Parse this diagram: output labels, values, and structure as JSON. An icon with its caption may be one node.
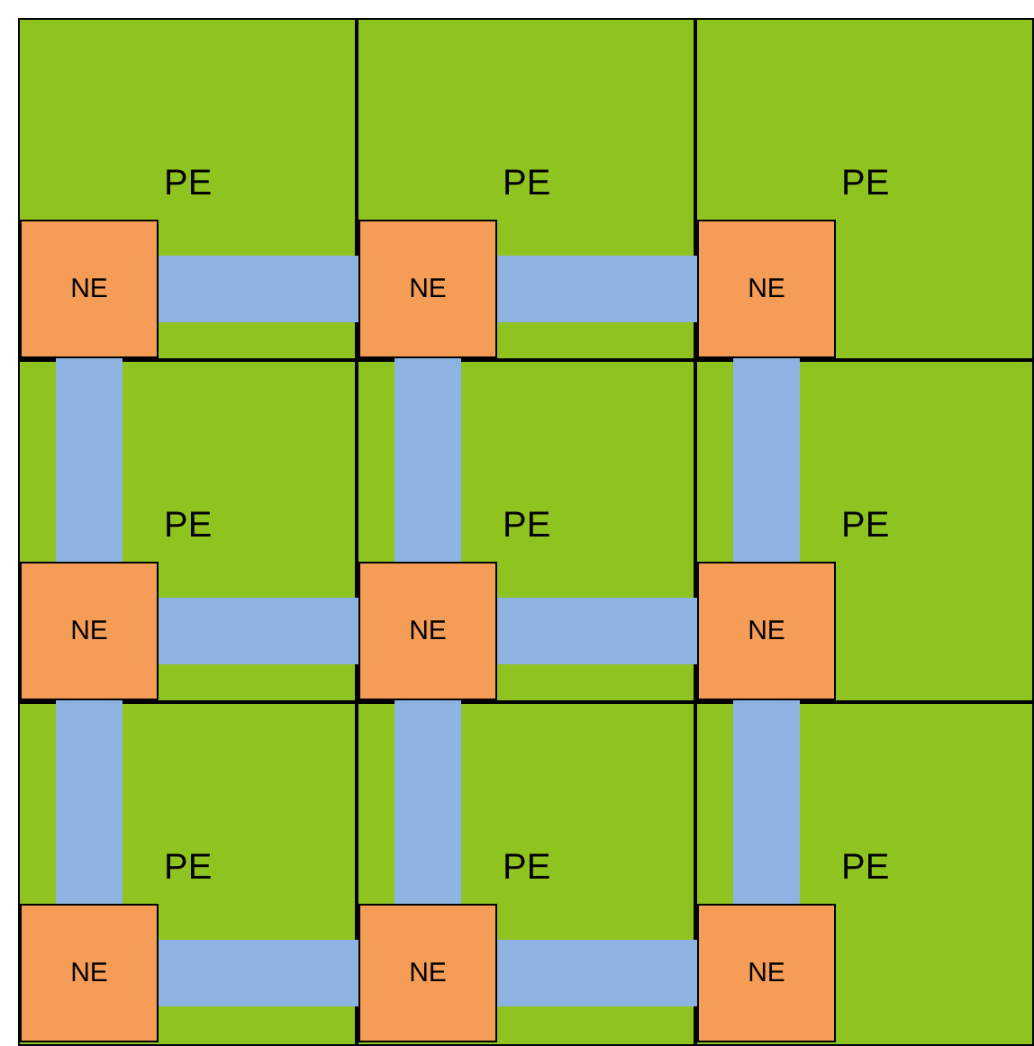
{
  "diagram": {
    "nodes": [
      {
        "text": [
          "PE"
        ]
      },
      {
        "text": [
          "NE"
        ],
        "in": 0
      },
      {
        "text": [
          "PE"
        ]
      },
      {
        "text": [
          "NE"
        ],
        "in": 2
      },
      {
        "text": [
          "PE"
        ]
      },
      {
        "text": [
          "NE"
        ],
        "in": 4
      },
      {
        "text": [
          "PE"
        ]
      },
      {
        "text": [
          "NE"
        ],
        "in": 6
      },
      {
        "text": [
          "PE"
        ]
      },
      {
        "text": [
          "NE"
        ],
        "in": 8
      },
      {
        "text": [
          "PE"
        ]
      },
      {
        "text": [
          "NE"
        ],
        "in": 10
      },
      {
        "text": [
          "PE"
        ]
      },
      {
        "text": [
          "NE"
        ],
        "in": 12
      },
      {
        "text": [
          "PE"
        ]
      },
      {
        "text": [
          "NE"
        ],
        "in": 14
      },
      {
        "text": [
          "PE"
        ]
      },
      {
        "text": [
          "NE"
        ],
        "in": 16
      }
    ],
    "edges": [
      {
        "from": 1,
        "to": 3,
        "arrow": "none"
      },
      {
        "from": 3,
        "to": 5,
        "arrow": "none"
      },
      {
        "from": 1,
        "to": 7,
        "arrow": "none"
      },
      {
        "from": 3,
        "to": 9,
        "arrow": "none"
      },
      {
        "from": 5,
        "to": 11,
        "arrow": "none"
      },
      {
        "from": 7,
        "to": 9,
        "arrow": "none"
      },
      {
        "from": 9,
        "to": 11,
        "arrow": "none"
      },
      {
        "from": 7,
        "to": 13,
        "arrow": "none"
      },
      {
        "from": 9,
        "to": 15,
        "arrow": "none"
      },
      {
        "from": 11,
        "to": 17,
        "arrow": "none"
      },
      {
        "from": 13,
        "to": 15,
        "arrow": "none"
      },
      {
        "from": 15,
        "to": 17,
        "arrow": "none"
      }
    ]
  }
}
